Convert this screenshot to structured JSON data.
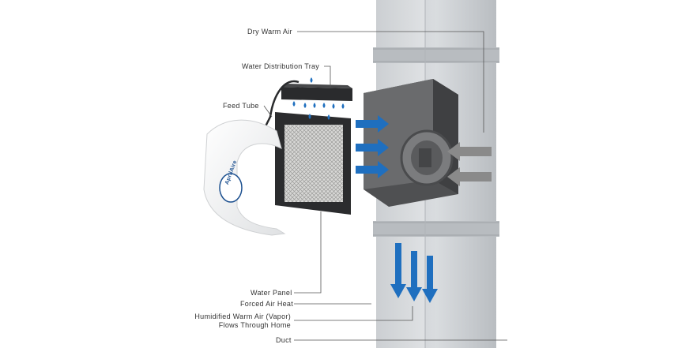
{
  "labels": {
    "dry_warm_air": "Dry Warm Air",
    "water_distribution_tray": "Water Distribution Tray",
    "feed_tube": "Feed Tube",
    "water_panel": "Water Panel",
    "forced_air_heat": "Forced Air Heat",
    "humidified_line1": "Humidified Warm Air (Vapor)",
    "humidified_line2": "Flows Through Home",
    "duct": "Duct"
  },
  "brand": "AprilAire",
  "colors": {
    "arrow_blue": "#1f6fbf",
    "arrow_gray": "#8a8a8a",
    "duct": "#c9ccd0",
    "housing": "#5e5f61",
    "cover": "#f2f3f4",
    "leader": "#555555"
  }
}
